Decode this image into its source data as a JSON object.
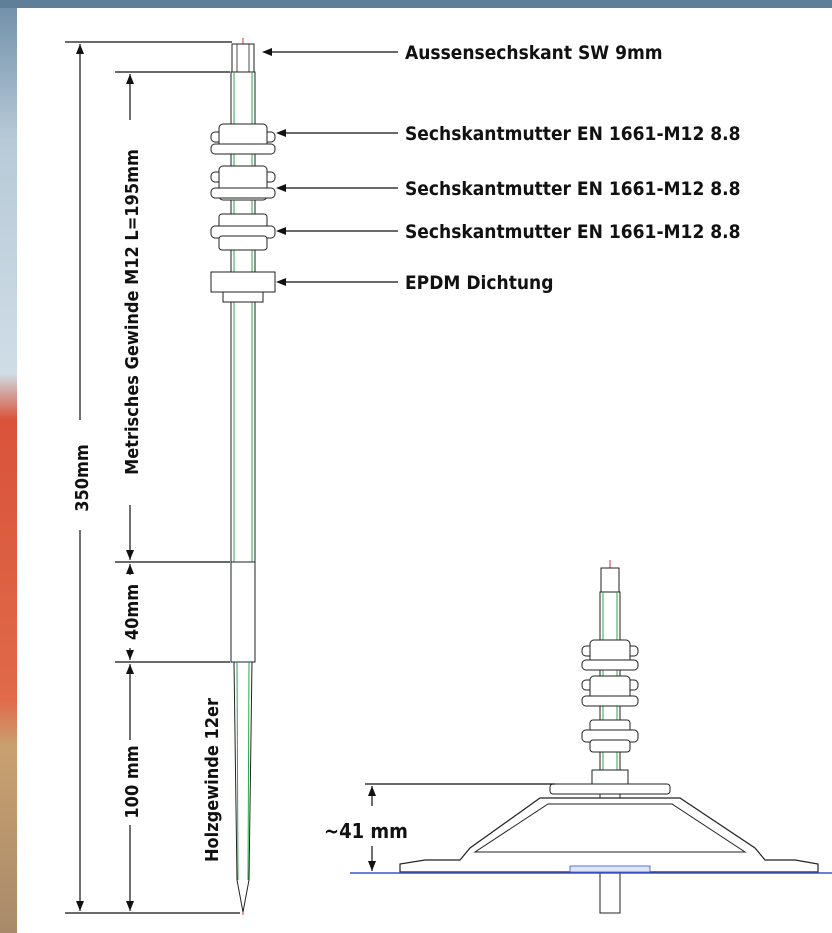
{
  "labels": {
    "hex_drive": "Aussensechskant SW 9mm",
    "nut_1": "Sechskantmutter EN 1661-M12 8.8",
    "nut_2": "Sechskantmutter EN 1661-M12 8.8",
    "nut_3": "Sechskantmutter EN 1661-M12 8.8",
    "seal": "EPDM Dichtung"
  },
  "dimensions": {
    "total_length": "350mm",
    "metric_thread": "Metrisches Gewinde M12 L=195mm",
    "shank": "40mm",
    "wood_thread_length": "100 mm",
    "wood_thread": "Holzgewinde 12er",
    "mount_height": "~41 mm"
  },
  "colors": {
    "line": "#111111",
    "centerline": "#d9303a",
    "thread_line": "#2aa84a",
    "base_line": "#3a55c8"
  }
}
